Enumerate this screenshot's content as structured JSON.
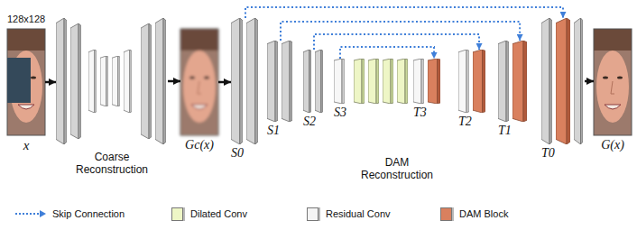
{
  "diagram": {
    "nodes": [
      {
        "text": [
          "128x128",
          "x"
        ]
      },
      {
        "text": [
          "Coarse Reconstruction"
        ]
      },
      {
        "text": [
          "Gc(x)"
        ]
      },
      {
        "text": [
          "S0"
        ]
      },
      {
        "text": [
          "S1"
        ]
      },
      {
        "text": [
          "S2"
        ]
      },
      {
        "text": [
          "S3"
        ]
      },
      {
        "text": [
          "T3"
        ]
      },
      {
        "text": [
          "T2"
        ]
      },
      {
        "text": [
          "T1"
        ]
      },
      {
        "text": [
          "T0"
        ]
      },
      {
        "text": [
          "G(x)"
        ]
      }
    ],
    "edges": [
      {
        "from": 0,
        "to": 1,
        "arrow": "to"
      },
      {
        "from": 1,
        "to": 2,
        "arrow": "to"
      },
      {
        "from": 2,
        "to": 3,
        "arrow": "to"
      },
      {
        "from": 10,
        "to": 11,
        "arrow": "to"
      },
      {
        "from": 3,
        "to": 10,
        "arrow": "to"
      },
      {
        "from": 4,
        "to": 9,
        "arrow": "to"
      },
      {
        "from": 5,
        "to": 8,
        "arrow": "to"
      },
      {
        "from": 6,
        "to": 7,
        "arrow": "to"
      }
    ],
    "labels": [
      "DAM Reconstruction"
    ],
    "legend": [
      {
        "text": "Skip Connection"
      },
      {
        "text": "Dilated Conv",
        "color": "#eef6c6"
      },
      {
        "text": "Residual Conv",
        "color": "#f4f4f4"
      },
      {
        "text": "DAM Block",
        "color": "#d9805e"
      }
    ]
  }
}
